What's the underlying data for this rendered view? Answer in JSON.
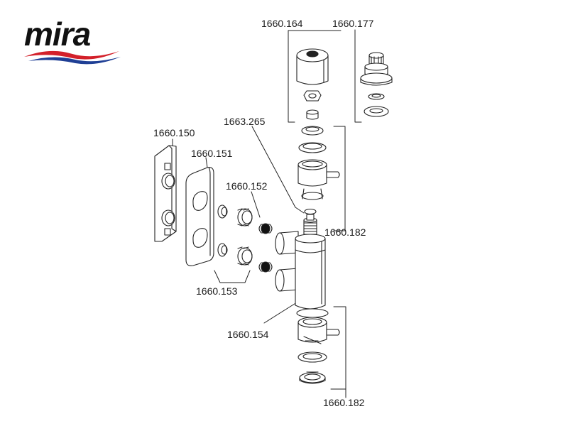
{
  "brand": {
    "name": "mira",
    "colors": {
      "text": "#111111",
      "swoosh_red": "#d3202a",
      "swoosh_blue": "#1f3f95"
    }
  },
  "diagram": {
    "style": "exploded view line drawing",
    "labels": {
      "p150": "1660.150",
      "p151": "1660.151",
      "p152": "1660.152",
      "p153": "1660.153",
      "p154": "1660.154",
      "p164": "1660.164",
      "p177": "1660.177",
      "p182_upper": "1660.182",
      "p182_lower": "1660.182",
      "p265": "1663.265"
    }
  }
}
